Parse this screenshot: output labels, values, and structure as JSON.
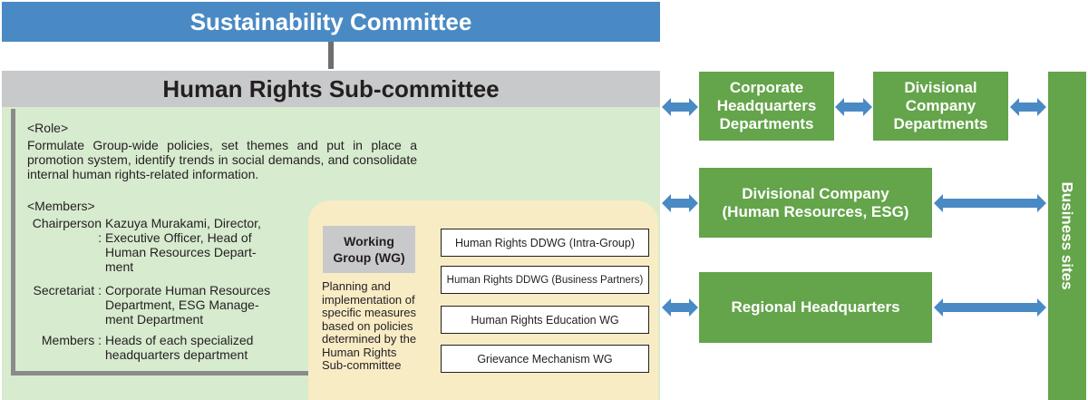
{
  "diagram": {
    "committee": "Sustainability Committee",
    "subcommittee": "Human Rights Sub-committee",
    "role": {
      "title": "<Role>",
      "body": "Formulate Group-wide policies, set themes and put in place a promotion system, identify trends in social demands, and consolidate internal human rights-related information."
    },
    "members": {
      "title": "<Members>",
      "chairperson_label": "Chairperson :",
      "chairperson_lines": [
        "Kazuya Murakami, Director,",
        "Executive Officer, Head of",
        "Human Resources Depart-",
        "ment"
      ],
      "secretariat_label": "Secretariat :",
      "secretariat_lines": [
        "Corporate Human Resources",
        "Department, ESG Manage-",
        "ment Department"
      ],
      "members_label": "Members :",
      "members_lines": [
        "Heads of each specialized",
        "headquarters department"
      ]
    },
    "working_group": {
      "label_lines": [
        "Working",
        "Group (WG)"
      ],
      "desc_lines": [
        "Planning and",
        "implementation of",
        "specific measures",
        "based on policies",
        "determined by the",
        "Human Rights",
        "Sub-committee"
      ],
      "groups": [
        "Human Rights DDWG (Intra-Group)",
        "Human Rights DDWG (Business Partners)",
        "Human Rights Education WG",
        "Grievance Mechanism WG"
      ]
    },
    "entities": {
      "corporate_hq_lines": [
        "Corporate",
        "Headquarters",
        "Departments"
      ],
      "divisional_dept_lines": [
        "Divisional",
        "Company",
        "Departments"
      ],
      "divisional_hr_lines": [
        "Divisional Company",
        "(Human Resources, ESG)"
      ],
      "regional": "Regional Headquarters",
      "business_sites": "Business sites"
    },
    "colors": {
      "blue": "#4a8ac4",
      "gray": "#c8c9ca",
      "green": "#64a44a",
      "light_green": "#d7ebcf",
      "cream": "#f8ecc5"
    }
  }
}
